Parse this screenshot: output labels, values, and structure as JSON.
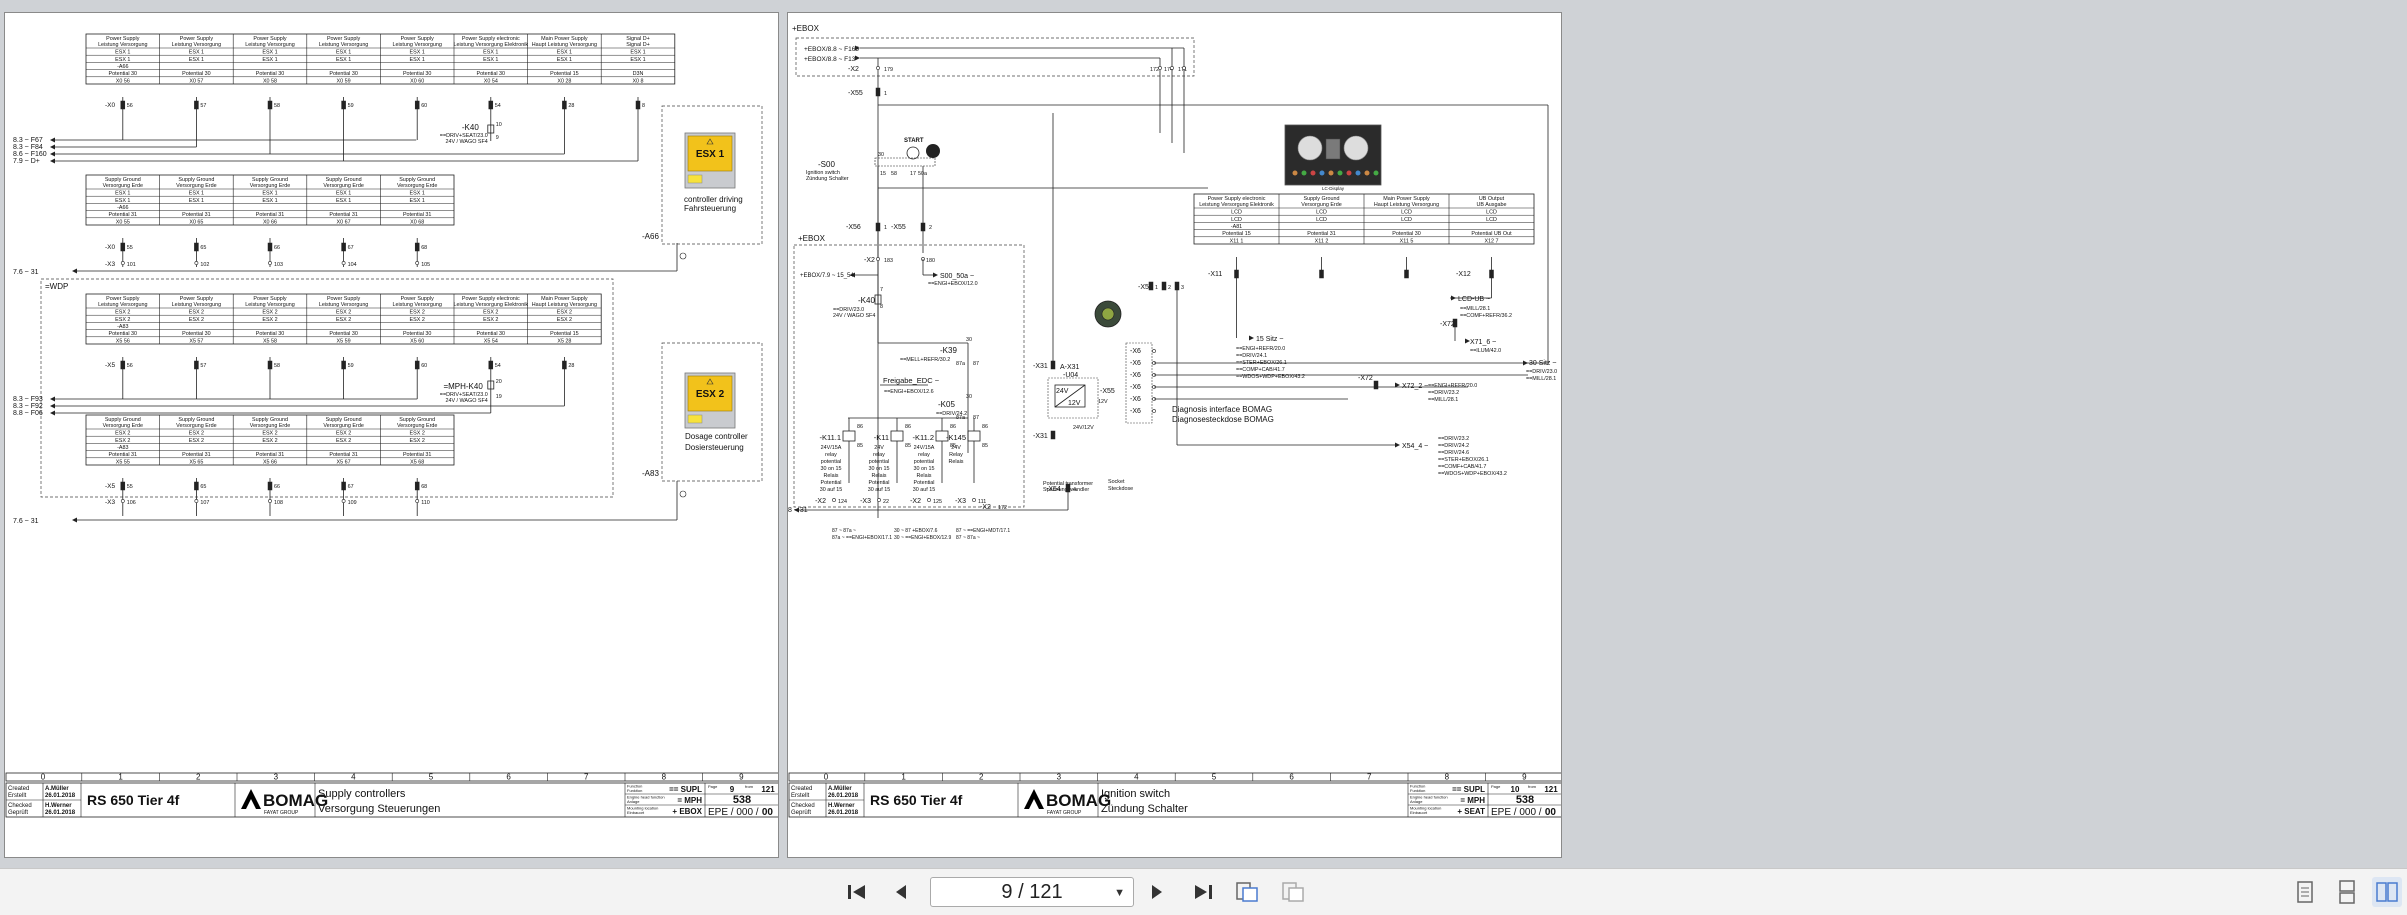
{
  "viewer": {
    "page_indicator": "9 / 121",
    "buttons": [
      "first-page",
      "previous-page",
      "next-page",
      "last-page",
      "rotate",
      "fit-width",
      "single-page-view",
      "continuous-view",
      "two-page-view"
    ]
  },
  "left_sheet": {
    "column_numbers": [
      "0",
      "1",
      "2",
      "3",
      "4",
      "5",
      "6",
      "7",
      "8",
      "9"
    ],
    "title_block": {
      "created_label": "Created",
      "created_label_de": "Erstellt",
      "created_name": "A.Müller",
      "created_date": "26.01.2018",
      "checked_label": "Checked",
      "checked_label_de": "Geprüft",
      "checked_name": "H.Werner",
      "checked_date": "26.01.2018",
      "machine": "RS 650 Tier 4f",
      "brand": "BOMAG",
      "brand_sub": "FAYAT GROUP",
      "title_en": "Supply controllers",
      "title_de": "Versorgung Steuerungen",
      "function_label": "Function",
      "function_label_de": "Funktion",
      "function_value": "== SUPL",
      "engine_label": "Engine head function",
      "engine_label_de": "Anlage",
      "engine_value": "= MPH",
      "mount_label": "Mounting location",
      "mount_label_de": "Einbauort",
      "mount_value": "+ EBOX",
      "page_label": "Page",
      "page_value": "9",
      "from_label": "from",
      "from_value": "121",
      "drawing_number": "538",
      "doc_code": "EPE / 000 /",
      "doc_rev": "00"
    },
    "module_esx1": {
      "label": "ESX 1",
      "caption_en": "controller driving",
      "caption_de": "Fahrsteuerung",
      "ref": "-A66"
    },
    "module_esx2": {
      "label": "ESX 2",
      "caption_en": "Dosage controller",
      "caption_de": "Dosiersteuerung",
      "ref": "-A83"
    },
    "wdp_label": "=WDP",
    "table1_headers": [
      [
        "Power Supply",
        "Leistung Versorgung"
      ],
      [
        "Power Supply",
        "Leistung Versorgung"
      ],
      [
        "Power Supply",
        "Leistung Versorgung"
      ],
      [
        "Power Supply",
        "Leistung Versorgung"
      ],
      [
        "Power Supply",
        "Leistung Versorgung"
      ],
      [
        "Power Supply electronic",
        "Leistung Versorgung Elektronik"
      ],
      [
        "Main Power Supply",
        "Haupt Leistung Versorgung"
      ],
      [
        "Signal D+",
        "Signal D+"
      ]
    ],
    "table1_rows": [
      [
        "ESX 1",
        "ESX 1",
        "ESX 1",
        "ESX 1",
        "ESX 1",
        "ESX 1",
        "ESX 1",
        "ESX 1"
      ],
      [
        "ESX 1",
        "ESX 1",
        "ESX 1",
        "ESX 1",
        "ESX 1",
        "ESX 1",
        "ESX 1",
        "ESX 1"
      ],
      [
        "-A66",
        "",
        "",
        "",
        "",
        "",
        "",
        ""
      ],
      [
        "Potential 30",
        "Potential 30",
        "Potential 30",
        "Potential 30",
        "Potential 30",
        "Potential 30",
        "Potential 15",
        "D3N"
      ],
      [
        "X0 56",
        "X0 57",
        "X0 58",
        "X0 59",
        "X0 60",
        "X0 54",
        "X0 28",
        "X0 8"
      ]
    ],
    "table2_headers": [
      [
        "Supply Ground",
        "Versorgung Erde"
      ],
      [
        "Supply Ground",
        "Versorgung Erde"
      ],
      [
        "Supply Ground",
        "Versorgung Erde"
      ],
      [
        "Supply Ground",
        "Versorgung Erde"
      ],
      [
        "Supply Ground",
        "Versorgung Erde"
      ]
    ],
    "table2_rows": [
      [
        "ESX 1",
        "ESX 1",
        "ESX 1",
        "ESX 1",
        "ESX 1"
      ],
      [
        "ESX 1",
        "ESX 1",
        "ESX 1",
        "ESX 1",
        "ESX 1"
      ],
      [
        "-A66",
        "",
        "",
        "",
        ""
      ],
      [
        "Potential 31",
        "Potential 31",
        "Potential 31",
        "Potential 31",
        "Potential 31"
      ],
      [
        "X0 55",
        "X0 65",
        "X0 66",
        "X0 67",
        "X0 68"
      ]
    ],
    "table3_headers": [
      [
        "Power Supply",
        "Leistung Versorgung"
      ],
      [
        "Power Supply",
        "Leistung Versorgung"
      ],
      [
        "Power Supply",
        "Leistung Versorgung"
      ],
      [
        "Power Supply",
        "Leistung Versorgung"
      ],
      [
        "Power Supply",
        "Leistung Versorgung"
      ],
      [
        "Power Supply electronic",
        "Leistung Versorgung Elektronik"
      ],
      [
        "Main Power Supply",
        "Haupt Leistung Versorgung"
      ]
    ],
    "table3_rows": [
      [
        "ESX 2",
        "ESX 2",
        "ESX 2",
        "ESX 2",
        "ESX 2",
        "ESX 2",
        "ESX 2"
      ],
      [
        "ESX 2",
        "ESX 2",
        "ESX 2",
        "ESX 2",
        "ESX 2",
        "ESX 2",
        "ESX 2"
      ],
      [
        "-A83",
        "",
        "",
        "",
        "",
        "",
        ""
      ],
      [
        "Potential 30",
        "Potential 30",
        "Potential 30",
        "Potential 30",
        "Potential 30",
        "Potential 30",
        "Potential 15"
      ],
      [
        "X5 56",
        "X5 57",
        "X5 58",
        "X5 59",
        "X5 60",
        "X5 54",
        "X5 28"
      ]
    ],
    "table4_headers": [
      [
        "Supply Ground",
        "Versorgung Erde"
      ],
      [
        "Supply Ground",
        "Versorgung Erde"
      ],
      [
        "Supply Ground",
        "Versorgung Erde"
      ],
      [
        "Supply Ground",
        "Versorgung Erde"
      ],
      [
        "Supply Ground",
        "Versorgung Erde"
      ]
    ],
    "table4_rows": [
      [
        "ESX 2",
        "ESX 2",
        "ESX 2",
        "ESX 2",
        "ESX 2"
      ],
      [
        "ESX 2",
        "ESX 2",
        "ESX 2",
        "ESX 2",
        "ESX 2"
      ],
      [
        "-A83",
        "",
        "",
        "",
        ""
      ],
      [
        "Potential 31",
        "Potential 31",
        "Potential 31",
        "Potential 31",
        "Potential 31"
      ],
      [
        "X5 55",
        "X5 65",
        "X5 66",
        "X5 67",
        "X5 68"
      ]
    ],
    "row1_pins": [
      "56",
      "57",
      "58",
      "59",
      "60",
      "54",
      "28",
      "8"
    ],
    "row2_pins": [
      "55",
      "65",
      "66",
      "67",
      "68"
    ],
    "row2_x3": [
      "101",
      "102",
      "103",
      "104",
      "105"
    ],
    "row3_pins": [
      "56",
      "57",
      "58",
      "59",
      "60",
      "54",
      "28"
    ],
    "row4_pins": [
      "55",
      "65",
      "66",
      "67",
      "68"
    ],
    "row4_x3": [
      "106",
      "107",
      "108",
      "109",
      "110"
    ],
    "refs": {
      "x0": "-X0",
      "x0b": "-X0",
      "x3": "-X3",
      "x5": "-X5",
      "x5b": "-X5",
      "x3b": "-X3",
      "f67": "8.3 ~ F67",
      "f84": "8.3 ~ F84",
      "f160": "8.6 ~ F160",
      "dplus": "7.9 ~ D+",
      "k40": "-K40",
      "k40_sub1": "==DRIV+SEAT/23.0",
      "k40_sub2": "24V / WAGO SF4",
      "k40_pin_a": "10",
      "k40_pin_b": "9",
      "l31a": "7.6 ~ 31",
      "l31b": "7.6 ~ 31",
      "f93": "8.3 ~ F93",
      "f92": "8.3 ~ F92",
      "f06": "8.8 ~ F06",
      "mph_k40": "=MPH-K40",
      "mph_sub1": "==DRIV+SEAT/23.0",
      "mph_sub2": "24V / WAGO SF4",
      "mph_pin_a": "20",
      "mph_pin_b": "19",
      "a66_side": "-A66",
      "a83_side": "-A83"
    }
  },
  "right_sheet": {
    "column_numbers": [
      "0",
      "1",
      "2",
      "3",
      "4",
      "5",
      "6",
      "7",
      "8",
      "9"
    ],
    "title_block": {
      "created_label": "Created",
      "created_label_de": "Erstellt",
      "created_name": "A.Müller",
      "created_date": "26.01.2018",
      "checked_label": "Checked",
      "checked_label_de": "Geprüft",
      "checked_name": "H.Werner",
      "checked_date": "26.01.2018",
      "machine": "RS 650 Tier 4f",
      "brand": "BOMAG",
      "brand_sub": "FAYAT GROUP",
      "title_en": "Ignition switch",
      "title_de": "Zündung Schalter",
      "function_label": "Function",
      "function_label_de": "Funktion",
      "function_value": "== SUPL",
      "engine_label": "Engine head function",
      "engine_label_de": "Anlage",
      "engine_value": "= MPH",
      "mount_label": "Mounting location",
      "mount_label_de": "Einbauort",
      "mount_value": "+ SEAT",
      "page_label": "Page",
      "page_value": "10",
      "from_label": "from",
      "from_value": "121",
      "drawing_number": "538",
      "doc_code": "EPE / 000 /",
      "doc_rev": "00"
    },
    "ebox_top": "+EBOX",
    "ebox_mid": "+EBOX",
    "f165": "+EBOX/8.8 ~ F165",
    "f13": "+EBOX/8.8 ~ F13",
    "x2_top": "-X2",
    "x2_top_pin": "179",
    "top_pins": [
      "172",
      "174",
      "171"
    ],
    "x55": "-X55",
    "x55_pin": "1",
    "s00": "-S00",
    "s00_cap1": "Ignition switch",
    "s00_cap2": "Zündung Schalter",
    "start_label": "START",
    "s00_pins": [
      "30",
      "15",
      "58",
      "17",
      "50a"
    ],
    "x56": "-X56",
    "x56_pin": "1",
    "x55b": "-X55",
    "x55b_pin": "2",
    "x2_mid": "-X2",
    "x2_mid_pin": "183",
    "x180": "180",
    "ebox_15": "+EBOX/7.9 ~ 15_54",
    "s00_50a": "S00_50a ~",
    "s00_50a_sub": "==ENGI+EBOX/12.0",
    "k40": "-K40",
    "k40_sub1": "==DRIV/23.0",
    "k40_sub2": "24V / WAGO SF4",
    "k40_pin_a": "7",
    "k40_pin_b": "8",
    "k39": "-K39",
    "k39_sub": "==MELL+REFR/30.2",
    "k39_pins": [
      "30",
      "87a",
      "87"
    ],
    "freigabe": "Freigabe_EDC ~",
    "freigabe_sub": "==ENGI+EBOX/12.6",
    "k05": "-K05",
    "k05_sub": "==DRIV/24.2",
    "k05_pins": [
      "30",
      "87a",
      "87"
    ],
    "relays": [
      {
        "ref": "-K11.1",
        "l1": "24V/15A",
        "l2": "relay",
        "l3": "potential",
        "l4": "30 on 15",
        "l5": "Relais",
        "l6": "Potential",
        "l7": "30 auf 15"
      },
      {
        "ref": "-K11",
        "l1": "24V",
        "l2": "relay",
        "l3": "potential",
        "l4": "30 on 15",
        "l5": "Relais",
        "l6": "Potential",
        "l7": "30 auf 15"
      },
      {
        "ref": "-K11.2",
        "l1": "24V/15A",
        "l2": "relay",
        "l3": "potential",
        "l4": "30 on 15",
        "l5": "Relais",
        "l6": "Potential",
        "l7": "30 auf 15"
      },
      {
        "ref": "-K145",
        "l1": "24V",
        "l2": "Relay",
        "l3": "Relais",
        "l4": "",
        "l5": "",
        "l6": "",
        "l7": ""
      }
    ],
    "relay_pins": [
      "86",
      "85",
      "86",
      "85",
      "86",
      "85",
      "86",
      "85"
    ],
    "bottom_x": [
      "-X2",
      "-X3",
      "-X2",
      "-X3"
    ],
    "bottom_x_pins": [
      "124",
      "22",
      "125",
      "111"
    ],
    "x2_172": "-X2",
    "x2_172_pin": "172",
    "l31": "8 ~ 31",
    "bottom_refs": [
      "87 ~ 87a ~",
      "30 ~ 87 +EBOX/7.6",
      "87 ~ ==ENGI+MDT/17.1",
      "87a ~ ==ENGI+EBOX/17.1",
      "30 ~ ==ENGI+EBOX/12.9",
      "87 ~ 87a ~"
    ],
    "x31": "-X31",
    "x31b": "A-X31",
    "x31c": "-X31",
    "u04": "-U04",
    "u04_volts": "24V",
    "u04_out": "12V",
    "u04_cap1": "Potential transformer",
    "u04_cap2": "Spannungswandler",
    "x55c": "-X55",
    "x55c_volts": "12V",
    "v24_12": "24V/12V",
    "socket_cap1": "Socket",
    "socket_cap2": "Steckdose",
    "x6": [
      "-X6",
      "-X6",
      "-X6",
      "-X6",
      "-X6",
      "-X6"
    ],
    "diag_cap1": "Diagnosis interface BOMAG",
    "diag_cap2": "Diagnosesteckdose BOMAG",
    "table_headers": [
      [
        "Power Supply electronic",
        "Leistung Versorgung Elektronik"
      ],
      [
        "Supply Ground",
        "Versorgung Erde"
      ],
      [
        "Main Power Supply",
        "Haupt Leistung Versorgung"
      ],
      [
        "UB Output",
        "UB Ausgabe"
      ]
    ],
    "table_rows": [
      [
        "LCD",
        "LCD",
        "LCD",
        "LCD"
      ],
      [
        "LCD",
        "LCD",
        "LCD",
        "LCD"
      ],
      [
        "-A81",
        "",
        "",
        ""
      ],
      [
        "Potential 15",
        "Potential 31",
        "Potential 30",
        "Potential UB Out"
      ],
      [
        "X11 1",
        "X11 2",
        "X11 5",
        "X12 7"
      ]
    ],
    "x11": "-X11",
    "x12": "-X12",
    "x54": "-X54",
    "x54_pins": [
      "1",
      "2",
      "3"
    ],
    "sitz15": "15 Sitz ~",
    "sitz15_refs": [
      "==ENGI+REFR/20.0",
      "==DRIV/24.1",
      "==STER+EBOX/26.1",
      "==COMP+CAB/41.7",
      "==WDOS+WDP+EBOX/43.2"
    ],
    "lcd_ub": "LCD-UB ~",
    "lcd_ub_refs": [
      "==MILL/28.1",
      "==COMF+REFR/36.2"
    ],
    "x72": "-X72",
    "x71": "X71_6 ~",
    "x71_ref": "==ILUM/42.0",
    "sitz30": "30 Sitz ~",
    "sitz30_refs": [
      "==DRIV/23.0",
      "==MILL/28.1"
    ],
    "x72b": "-X72",
    "x72_2": "X72_2 ~",
    "x72_2_refs": [
      "==ENGI+REFR/20.0",
      "==DRIV/23.2",
      "==MILL/28.1"
    ],
    "x54_4": "X54_4 ~",
    "x54_4_refs": [
      "==DRIV/23.2",
      "==DRIV/24.2",
      "==DRIV/24.6",
      "==STER+EBOX/26.1",
      "==COMF+CAB/41.7",
      "==WDOS+WDP+EBOX/43.2"
    ],
    "x54b": "-X54",
    "x54b_pin": "4",
    "display_caption": "LC-Display"
  },
  "colors": {
    "esx_yellow": "#f2c21b",
    "page_bg": "#ffffff",
    "viewer_bg": "#cfd2d6"
  }
}
